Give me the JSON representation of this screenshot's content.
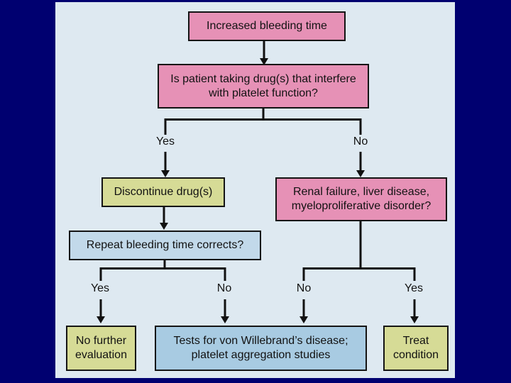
{
  "page": {
    "background_color": "#000070",
    "panel_color": "#dee9f1",
    "line_color": "#111111"
  },
  "flowchart": {
    "nodes": {
      "start": {
        "label": "Increased bleeding time",
        "fill": "#e691b6"
      },
      "drug_question": {
        "label": "Is patient taking drug(s) that interfere with platelet function?",
        "fill": "#e691b6"
      },
      "discontinue": {
        "label": "Discontinue drug(s)",
        "fill": "#d6db96"
      },
      "renal": {
        "label": "Renal failure, liver disease, myeloproliferative disorder?",
        "fill": "#e691b6"
      },
      "repeat": {
        "label": "Repeat bleeding time corrects?",
        "fill": "#c2d9ea"
      },
      "no_further": {
        "label": "No further evaluation",
        "fill": "#d6db96"
      },
      "tests": {
        "label": "Tests for von Willebrand’s disease; platelet aggregation studies",
        "fill": "#a8cbe2"
      },
      "treat": {
        "label": "Treat condition",
        "fill": "#d6db96"
      }
    },
    "edge_labels": {
      "drug_yes": "Yes",
      "drug_no": "No",
      "repeat_yes": "Yes",
      "repeat_no": "No",
      "renal_no": "No",
      "renal_yes": "Yes"
    }
  }
}
